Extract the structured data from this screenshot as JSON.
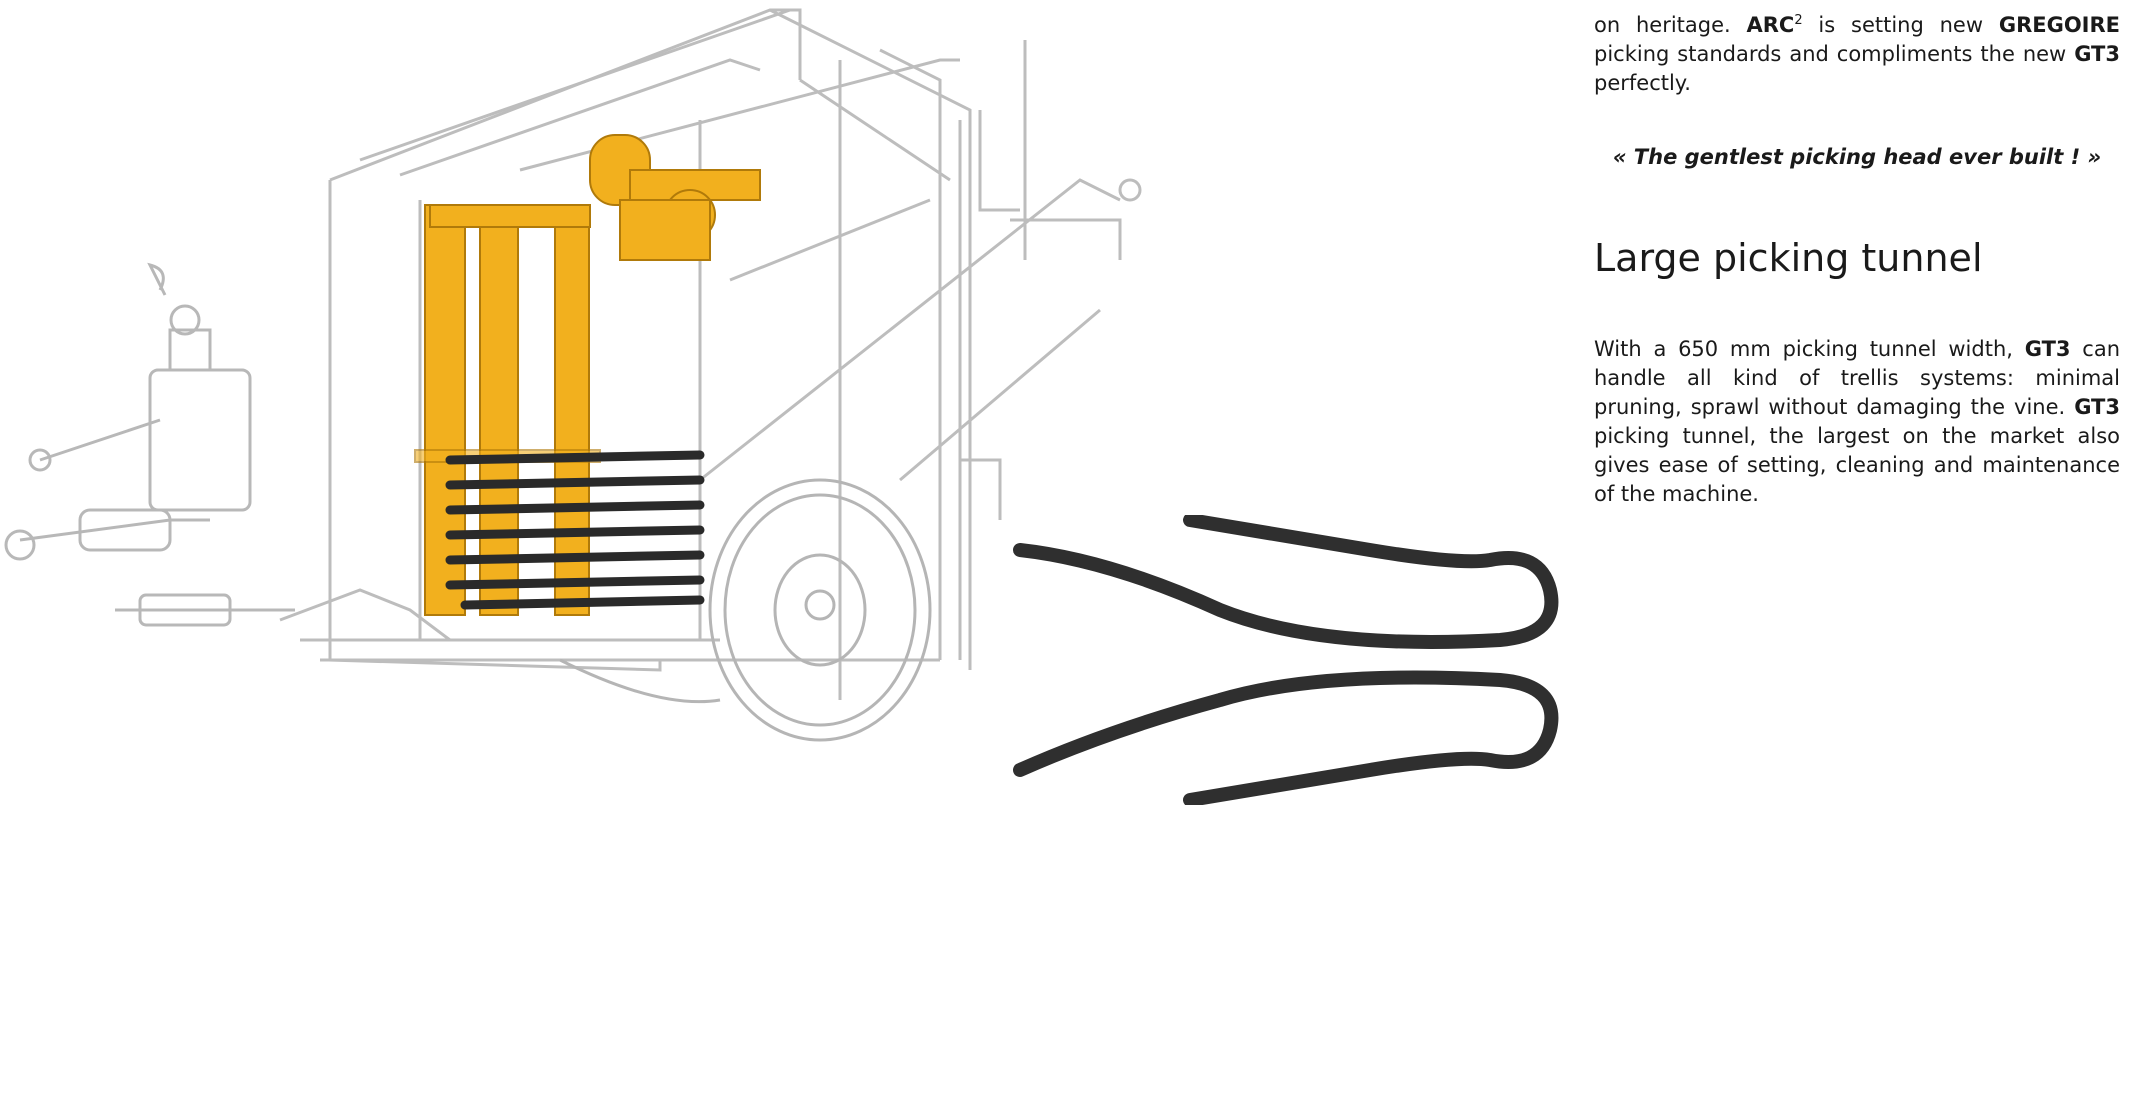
{
  "intro": {
    "line1_prefix": "on heritage. ",
    "arc": "ARC",
    "arc_sup": "2",
    "line1_mid": " is setting new ",
    "brand": "GREGOIRE",
    "line2": " picking standards and compliments the new ",
    "model": "GT3",
    "line3": " perfectly."
  },
  "quote": "« The gentlest picking head ever built ! »",
  "section": {
    "heading": "Large picking tunnel",
    "p1": "With a 650 mm picking tunnel width, ",
    "model1": "GT3",
    "p2": " can handle all kind of trellis systems: minimal pruning, sprawl without damaging the vine. ",
    "model2": "GT3",
    "p3": " picking tunnel, the largest on the market also gives ease of setting, cleaning and maintenance of the machine."
  },
  "colors": {
    "accent_yellow": "#f2b01e",
    "line_grey": "#b8b8b8",
    "rod_black": "#2a2a2a"
  },
  "icons": [
    "harvester-machine-illustration",
    "picking-rod-illustration"
  ]
}
